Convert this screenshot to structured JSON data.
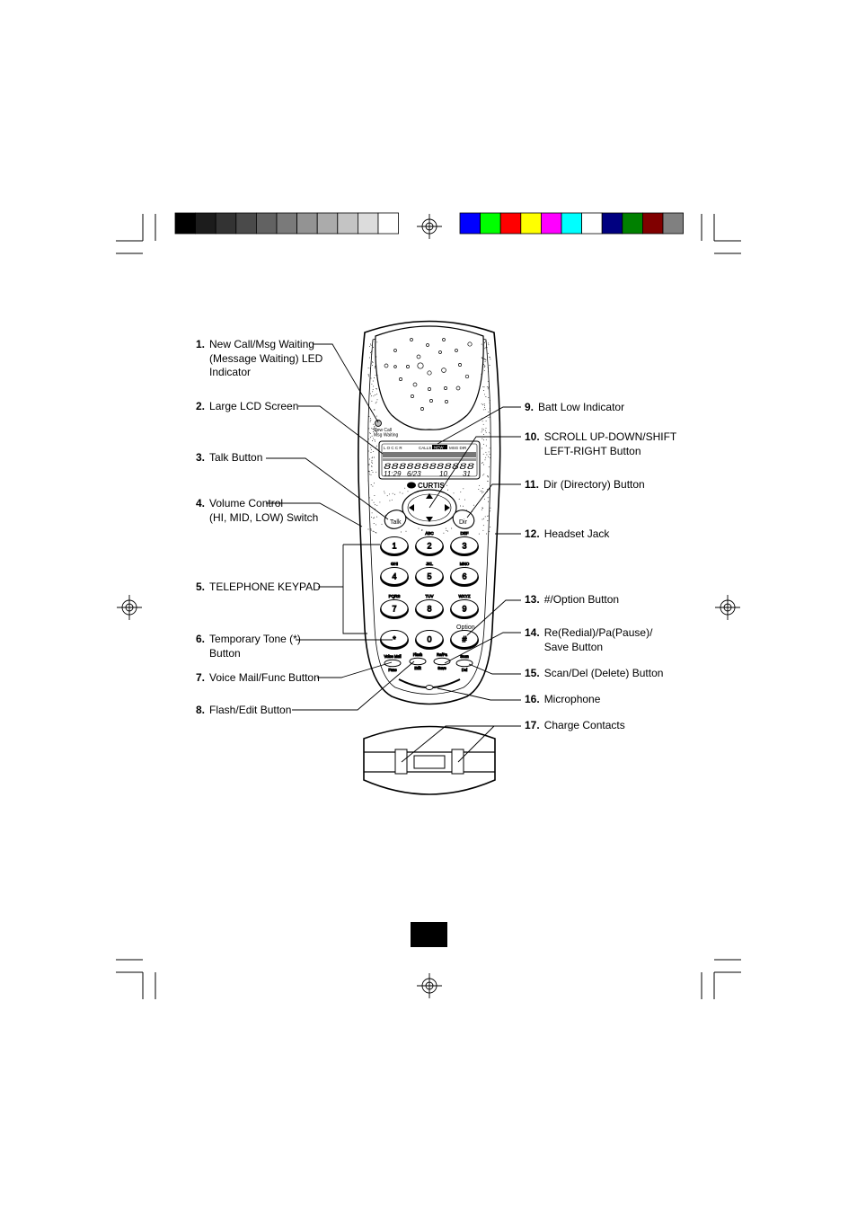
{
  "calibration": {
    "gray_colors": [
      "#000000",
      "#1c1c1c",
      "#333333",
      "#4a4a4a",
      "#626262",
      "#7a7a7a",
      "#939393",
      "#ababab",
      "#c4c4c4",
      "#dcdcdc",
      "#ffffff"
    ],
    "color_colors": [
      "#0000ff",
      "#00ff00",
      "#ff0000",
      "#ffff00",
      "#ff00ff",
      "#00ffff",
      "#ffffff",
      "#000080",
      "#008000",
      "#800000",
      "#808080"
    ]
  },
  "phone": {
    "led_label": "New Call\nMsg Waiting",
    "lcd": {
      "top_row": "L O C C R",
      "mode_call": "CALLS",
      "mode_new": "NEW",
      "mode_msg": "MSG DIR",
      "digits": "888888888888",
      "time": "11:29",
      "date": "6/23",
      "count": "10",
      "extra": "31"
    },
    "brand": "CURTIS",
    "talk_label": "Talk",
    "dir_label": "Dir",
    "option_label": "Option",
    "keys": [
      {
        "digit": "1",
        "letters": ""
      },
      {
        "digit": "2",
        "letters": "ABC"
      },
      {
        "digit": "3",
        "letters": "DEF"
      },
      {
        "digit": "4",
        "letters": "GHI"
      },
      {
        "digit": "5",
        "letters": "JKL"
      },
      {
        "digit": "6",
        "letters": "MNO"
      },
      {
        "digit": "7",
        "letters": "PQRS"
      },
      {
        "digit": "8",
        "letters": "TUV"
      },
      {
        "digit": "9",
        "letters": "WXYZ"
      },
      {
        "digit": "*",
        "letters": ""
      },
      {
        "digit": "0",
        "letters": ""
      },
      {
        "digit": "#",
        "letters": ""
      }
    ],
    "func_buttons": [
      {
        "top": "Voice Mail",
        "bottom": "Func"
      },
      {
        "top": "Flash",
        "bottom": "Edit"
      },
      {
        "top": "Re/Pa",
        "bottom": "Save"
      },
      {
        "top": "Scan",
        "bottom": "Del"
      }
    ]
  },
  "labels": [
    {
      "num": "1.",
      "text": "New Call/Msg Waiting\n(Message Waiting) LED\nIndicator"
    },
    {
      "num": "2.",
      "text": "Large LCD Screen"
    },
    {
      "num": "3.",
      "text": "Talk Button"
    },
    {
      "num": "4.",
      "text": "Volume Control\n(HI, MID, LOW) Switch"
    },
    {
      "num": "5.",
      "text": "TELEPHONE KEYPAD"
    },
    {
      "num": "6.",
      "text": "Temporary Tone (*)\nButton"
    },
    {
      "num": "7.",
      "text": "Voice Mail/Func Button"
    },
    {
      "num": "8.",
      "text": "Flash/Edit Button"
    },
    {
      "num": "9.",
      "text": "Batt Low Indicator"
    },
    {
      "num": "10.",
      "text": "SCROLL UP-DOWN/SHIFT\nLEFT-RIGHT Button"
    },
    {
      "num": "11.",
      "text": "Dir (Directory) Button"
    },
    {
      "num": "12.",
      "text": "Headset Jack"
    },
    {
      "num": "13.",
      "text": "#/Option Button"
    },
    {
      "num": "14.",
      "text": "Re(Redial)/Pa(Pause)/\nSave Button"
    },
    {
      "num": "15.",
      "text": "Scan/Del (Delete) Button"
    },
    {
      "num": "16.",
      "text": "Microphone"
    },
    {
      "num": "17.",
      "text": "Charge Contacts"
    }
  ]
}
